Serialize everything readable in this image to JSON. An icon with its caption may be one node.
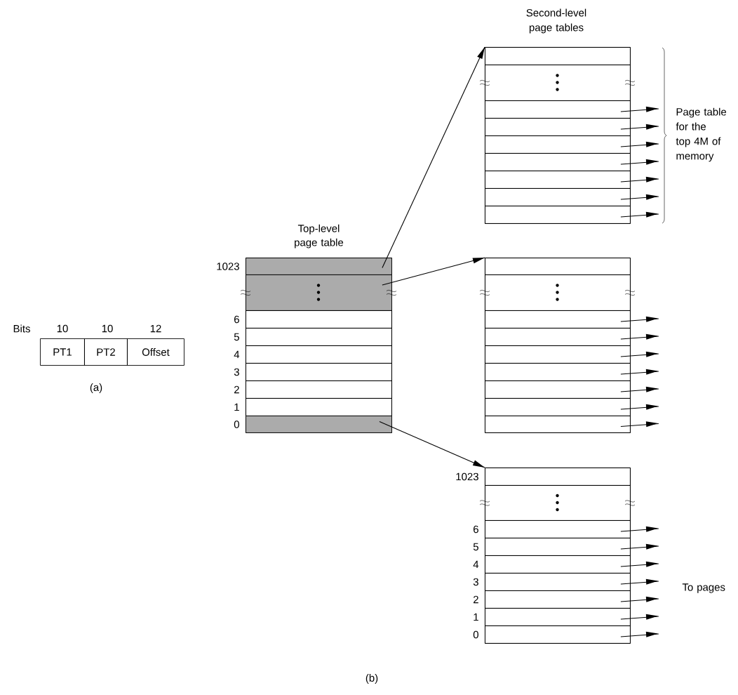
{
  "diagram": {
    "nodes": [
      {
        "text": [
          "PT1"
        ]
      },
      {
        "text": [
          "PT2"
        ]
      },
      {
        "text": [
          "Offset"
        ]
      },
      {
        "text": [
          "Top-level page table"
        ]
      },
      {
        "text": [],
        "shape": "box",
        "in": 3,
        "beside": [
          "1023"
        ]
      },
      {
        "text": [],
        "shape": "box",
        "in": 3
      },
      {
        "text": [],
        "shape": "box",
        "in": 3,
        "beside": [
          "6"
        ]
      },
      {
        "text": [],
        "shape": "box",
        "in": 3,
        "beside": [
          "5"
        ]
      },
      {
        "text": [],
        "shape": "box",
        "in": 3,
        "beside": [
          "4"
        ]
      },
      {
        "text": [],
        "shape": "box",
        "in": 3,
        "beside": [
          "3"
        ]
      },
      {
        "text": [],
        "shape": "box",
        "in": 3,
        "beside": [
          "2"
        ]
      },
      {
        "text": [],
        "shape": "box",
        "in": 3,
        "beside": [
          "1"
        ]
      },
      {
        "text": [],
        "shape": "box",
        "in": 3,
        "beside": [
          "0"
        ]
      },
      {
        "text": [],
        "shape": "box"
      },
      {
        "text": [],
        "shape": "box",
        "in": 13
      },
      {
        "text": [],
        "shape": "box",
        "in": 13
      },
      {
        "text": [],
        "shape": "box",
        "in": 13
      },
      {
        "text": [],
        "shape": "box",
        "in": 13
      },
      {
        "text": [],
        "shape": "box",
        "in": 13
      },
      {
        "text": [],
        "shape": "box",
        "in": 13
      },
      {
        "text": [],
        "shape": "box",
        "in": 13
      },
      {
        "text": [],
        "shape": "box",
        "in": 13
      },
      {
        "text": [],
        "shape": "box",
        "in": 13
      },
      {
        "text": [],
        "shape": "box"
      },
      {
        "text": [],
        "shape": "box",
        "in": 23
      },
      {
        "text": [],
        "shape": "box",
        "in": 23
      },
      {
        "text": [],
        "shape": "box",
        "in": 23
      },
      {
        "text": [],
        "shape": "box",
        "in": 23
      },
      {
        "text": [],
        "shape": "box",
        "in": 23
      },
      {
        "text": [],
        "shape": "box",
        "in": 23
      },
      {
        "text": [],
        "shape": "box",
        "in": 23
      },
      {
        "text": [],
        "shape": "box",
        "in": 23
      },
      {
        "text": [],
        "shape": "box",
        "in": 23
      },
      {
        "text": [],
        "shape": "box"
      },
      {
        "text": [],
        "shape": "box",
        "in": 33,
        "beside": [
          "1023"
        ]
      },
      {
        "text": [],
        "shape": "box",
        "in": 33
      },
      {
        "text": [],
        "shape": "box",
        "in": 33,
        "beside": [
          "6"
        ]
      },
      {
        "text": [],
        "shape": "box",
        "in": 33,
        "beside": [
          "5"
        ]
      },
      {
        "text": [],
        "shape": "box",
        "in": 33,
        "beside": [
          "4"
        ]
      },
      {
        "text": [],
        "shape": "box",
        "in": 33,
        "beside": [
          "3"
        ]
      },
      {
        "text": [],
        "shape": "box",
        "in": 33,
        "beside": [
          "2"
        ]
      },
      {
        "text": [],
        "shape": "box",
        "in": 33,
        "beside": [
          "1"
        ]
      },
      {
        "text": [],
        "shape": "box",
        "in": 33,
        "beside": [
          "0"
        ]
      }
    ],
    "edges": [
      {
        "from": 4,
        "to": 13,
        "arrow": "to"
      },
      {
        "from": 5,
        "to": 23,
        "arrow": "to"
      },
      {
        "from": 12,
        "to": 33,
        "arrow": "to"
      },
      {
        "from": 16,
        "to": null,
        "arrow": "to"
      },
      {
        "from": 17,
        "to": null,
        "arrow": "to"
      },
      {
        "from": 18,
        "to": null,
        "arrow": "to"
      },
      {
        "from": 19,
        "to": null,
        "arrow": "to"
      },
      {
        "from": 20,
        "to": null,
        "arrow": "to"
      },
      {
        "from": 21,
        "to": null,
        "arrow": "to"
      },
      {
        "from": 22,
        "to": null,
        "arrow": "to"
      },
      {
        "from": 26,
        "to": null,
        "arrow": "to"
      },
      {
        "from": 27,
        "to": null,
        "arrow": "to"
      },
      {
        "from": 28,
        "to": null,
        "arrow": "to"
      },
      {
        "from": 29,
        "to": null,
        "arrow": "to"
      },
      {
        "from": 30,
        "to": null,
        "arrow": "to"
      },
      {
        "from": 31,
        "to": null,
        "arrow": "to"
      },
      {
        "from": 32,
        "to": null,
        "arrow": "to"
      },
      {
        "from": 36,
        "to": null,
        "arrow": "to"
      },
      {
        "from": 37,
        "to": null,
        "arrow": "to"
      },
      {
        "from": 38,
        "to": null,
        "arrow": "to"
      },
      {
        "from": 39,
        "to": null,
        "arrow": "to"
      },
      {
        "from": 40,
        "to": null,
        "arrow": "to"
      },
      {
        "from": 41,
        "to": null,
        "arrow": "to"
      },
      {
        "from": 42,
        "to": null,
        "arrow": "to"
      }
    ],
    "labels": [
      "Bits",
      "10",
      "10",
      "12",
      "(a)",
      "Second-level page tables",
      "Page table for the top 4M of memory",
      "To pages",
      "(b)"
    ]
  }
}
